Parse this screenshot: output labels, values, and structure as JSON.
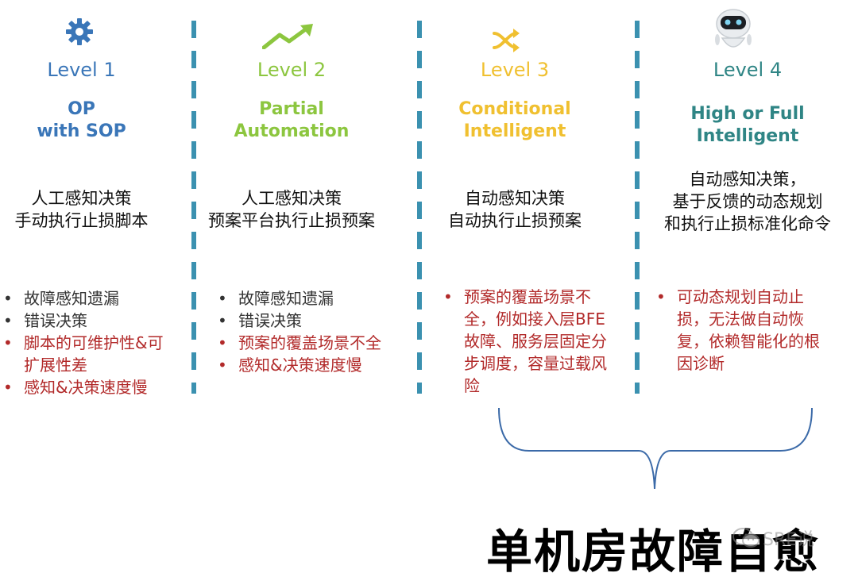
{
  "columns": [
    {
      "level": "Level 1",
      "subtitle_lines": [
        "OP",
        "with SOP"
      ],
      "description_lines": [
        "人工感知决策",
        "手动执行止损脚本"
      ],
      "bullets": [
        {
          "text": "故障感知遗漏",
          "color": "#333333"
        },
        {
          "text": "错误决策",
          "color": "#333333"
        },
        {
          "text": "脚本的可维护性&可扩展性差",
          "color": "#b22a2a"
        },
        {
          "text": "感知&决策速度慢",
          "color": "#b22a2a"
        }
      ],
      "icon": "gear-icon",
      "color": "#3a76b8"
    },
    {
      "level": "Level 2",
      "subtitle_lines": [
        "Partial",
        "Automation"
      ],
      "description_lines": [
        "人工感知决策",
        "预案平台执行止损预案"
      ],
      "bullets": [
        {
          "text": "故障感知遗漏",
          "color": "#333333"
        },
        {
          "text": "错误决策",
          "color": "#333333"
        },
        {
          "text": "预案的覆盖场景不全",
          "color": "#b22a2a"
        },
        {
          "text": "感知&决策速度慢",
          "color": "#b22a2a"
        }
      ],
      "icon": "trend-up-icon",
      "color": "#8cc63f"
    },
    {
      "level": "Level 3",
      "subtitle_lines": [
        "Conditional",
        "Intelligent"
      ],
      "description_lines": [
        "自动感知决策",
        "自动执行止损预案"
      ],
      "bullets": [
        {
          "text": "预案的覆盖场景不全，例如接入层BFE故障、服务层固定分步调度，容量过载风险",
          "color": "#b22a2a"
        }
      ],
      "icon": "shuffle-icon",
      "color": "#f0c030"
    },
    {
      "level": "Level 4",
      "subtitle_lines": [
        "High or Full",
        "Intelligent"
      ],
      "description_lines": [
        "自动感知决策，",
        "基于反馈的动态规划",
        "和执行止损标准化命令"
      ],
      "bullets": [
        {
          "text": "可动态规划自动止损，无法做自动恢复，依赖智能化的根因诊断",
          "color": "#b22a2a"
        }
      ],
      "icon": "robot-icon",
      "color": "#2f8585"
    }
  ],
  "divider_color": "#3b91b0",
  "brace_color": "#3b6aa8",
  "footer": {
    "title": "单机房故障自愈",
    "watermark": "SRE说"
  }
}
